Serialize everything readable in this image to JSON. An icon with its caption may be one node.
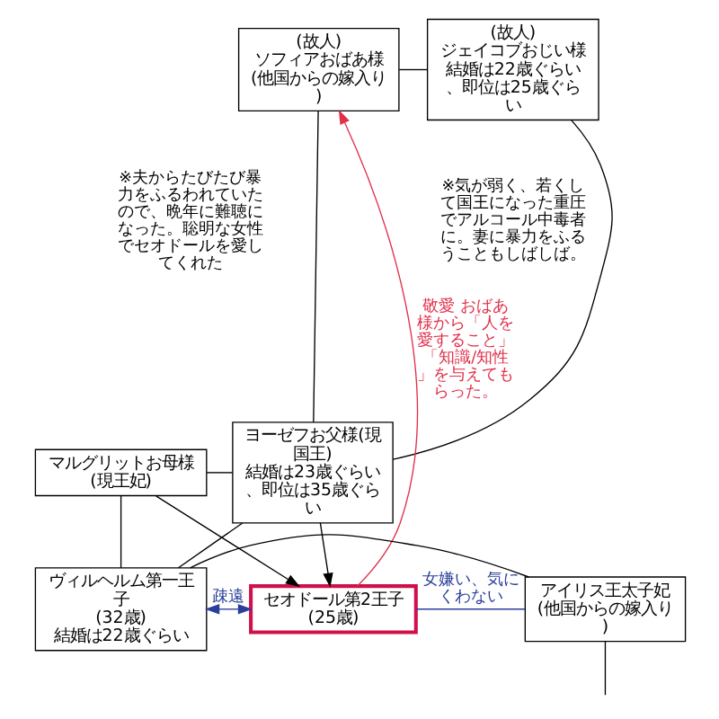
{
  "diagram": {
    "nodes": [
      {
        "text": [
          "(故人)",
          "ソフィアおばあ様",
          "(他国からの嫁入り)"
        ]
      },
      {
        "text": [
          "(故人)",
          "ジェイコブおじい様",
          "結婚は22歳ぐらい、即位は25歳ぐらい"
        ]
      },
      {
        "text": [
          "マルグリットお母様",
          "(現王妃)"
        ]
      },
      {
        "text": [
          "ヨーゼフお父様(現国王)",
          "結婚は23歳ぐらい、即位は35歳ぐらい"
        ]
      },
      {
        "text": [
          "セオドール第2王子",
          "(25歳)"
        ]
      },
      {
        "text": [
          "ヴィルヘルム第一王子",
          "(32歳)",
          "結婚は22歳ぐらい"
        ]
      },
      {
        "text": [
          "アイリス王太子妃",
          "(他国からの嫁入り)"
        ]
      }
    ],
    "edges": [
      {
        "from": 0,
        "to": 1,
        "arrow": "none"
      },
      {
        "from": 0,
        "to": 3,
        "arrow": "none"
      },
      {
        "from": 1,
        "to": 3,
        "arrow": "none"
      },
      {
        "from": 2,
        "to": 3,
        "arrow": "none"
      },
      {
        "from": 2,
        "to": 4,
        "arrow": "to"
      },
      {
        "from": 3,
        "to": 4,
        "arrow": "to"
      },
      {
        "from": 2,
        "to": 5,
        "arrow": "none"
      },
      {
        "from": 3,
        "to": 5,
        "arrow": "none"
      },
      {
        "from": 4,
        "to": 6,
        "arrow": "none",
        "label": "女嫌い、気にくわない",
        "color": "#2a3f9a"
      },
      {
        "from": 5,
        "to": 4,
        "arrow": "both",
        "label": "疎遠",
        "color": "#2a3f9a"
      },
      {
        "from": 5,
        "to": 6,
        "arrow": "none"
      },
      {
        "from": 6,
        "to": null,
        "arrow": "none"
      },
      {
        "from": 4,
        "to": 0,
        "arrow": "to",
        "label": "敬愛 おばあ様から「人を愛すること」「知識/知性」を与えてもらった。",
        "color": "#e0304a"
      }
    ],
    "labels": [
      "※夫からたびたび暴力をふるわれていたので、晩年に難聴になった。聡明な女性でセオドールを愛してくれた",
      "※気が弱く、若くして国王になった重圧でアルコール中毒者に。妻に暴力をふるうこともしばしば。"
    ]
  }
}
